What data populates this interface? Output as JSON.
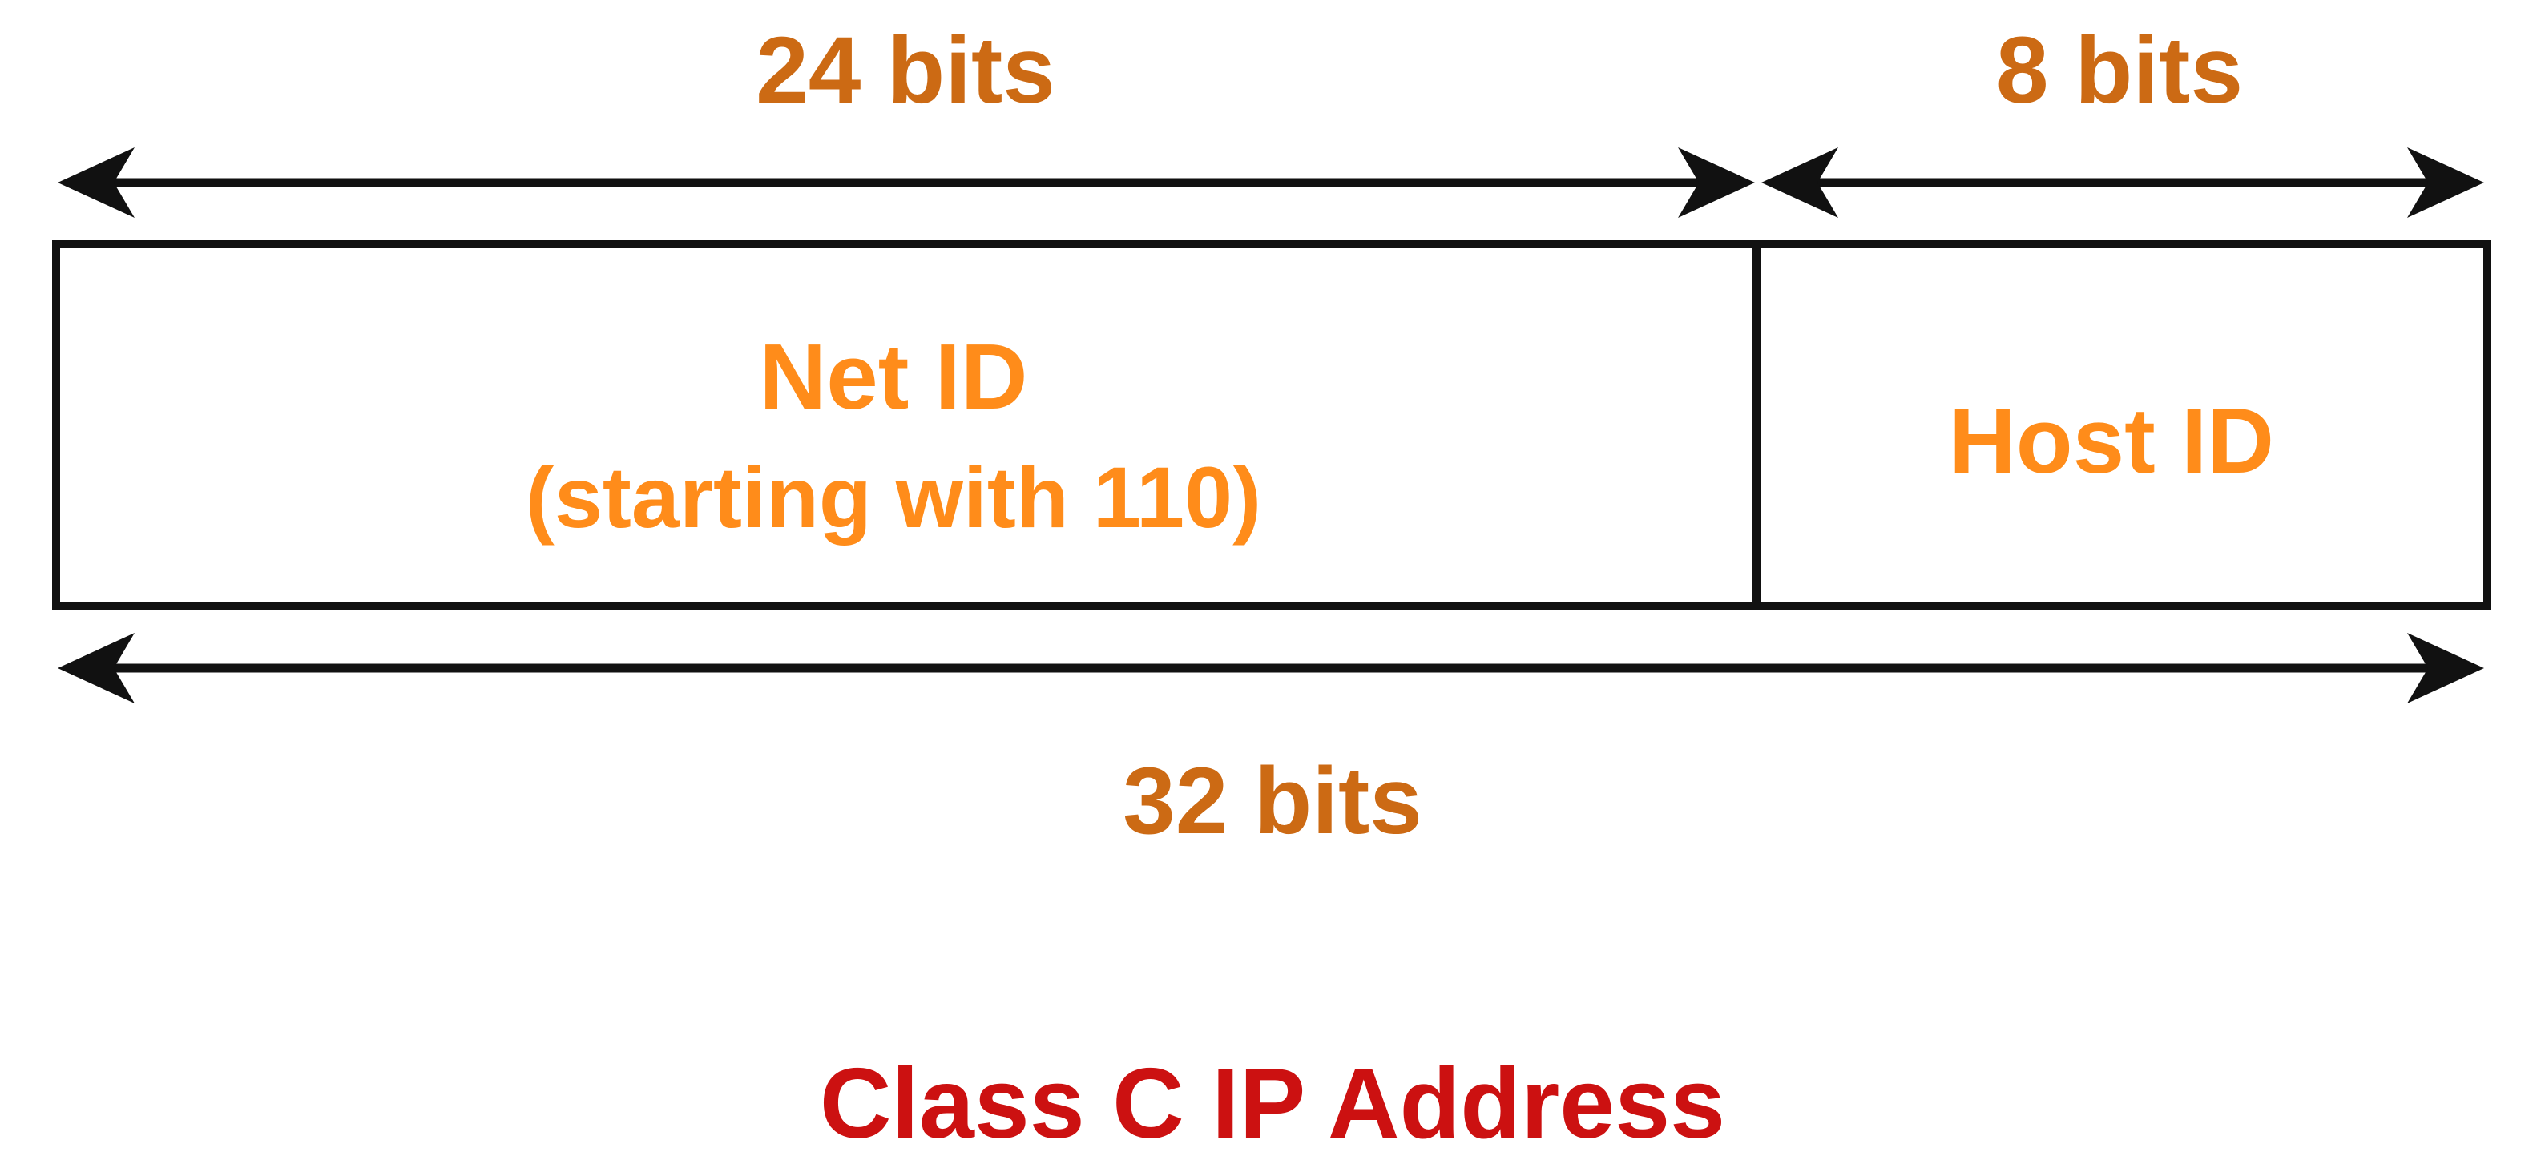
{
  "diagram": {
    "labels": {
      "net_bits": "24 bits",
      "host_bits": "8 bits",
      "total_bits": "32 bits"
    },
    "fields": {
      "net_id": "Net ID",
      "net_id_note": "(starting with 110)",
      "host_id": "Host ID"
    },
    "caption": "Class C IP Address"
  },
  "colors": {
    "bit_label": "#cc6a14",
    "field_label": "#ff8c1a",
    "caption": "#cc1111",
    "lines": "#111111"
  }
}
